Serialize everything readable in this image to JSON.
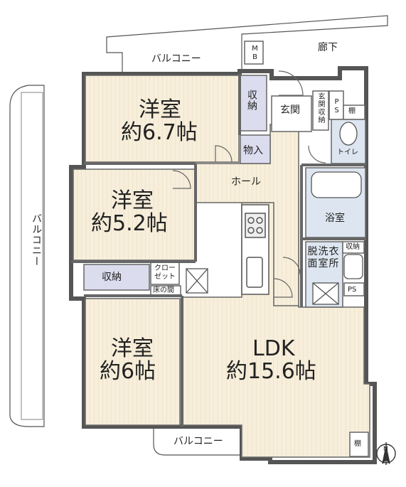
{
  "rooms": {
    "western1": {
      "name": "洋室",
      "size": "約6.7帖"
    },
    "western2": {
      "name": "洋室",
      "size": "約5.2帖"
    },
    "western3": {
      "name": "洋室",
      "size": "約6帖"
    },
    "ldk": {
      "name": "LDK",
      "size": "約15.6帖"
    }
  },
  "labels": {
    "balcony_top": "バルコニー",
    "balcony_left": "バルコニー",
    "balcony_bottom": "バルコニー",
    "corridor": "廊下",
    "mb": "MB",
    "storage_top": "収納",
    "entrance": "玄関",
    "entrance_storage": "玄関収納",
    "ps_top": "PS",
    "shelf_top": "棚",
    "toilet": "トイレ",
    "closet_small": "物入",
    "hall": "ホール",
    "bathroom": "浴室",
    "dressing": "脱洗衣面室所",
    "storage_wash": "収納",
    "ps_bottom": "PS",
    "storage_left": "収納",
    "closet": "クローゼット",
    "tokonoma": "床の間",
    "shelf_bottom": "棚",
    "north": "N"
  },
  "colors": {
    "wall": "#7a7a7a",
    "floor": "#f6edd8",
    "storage": "#dcdcef",
    "wet": "#dde6f0",
    "balcony": "#ffffff",
    "line": "#333333"
  }
}
